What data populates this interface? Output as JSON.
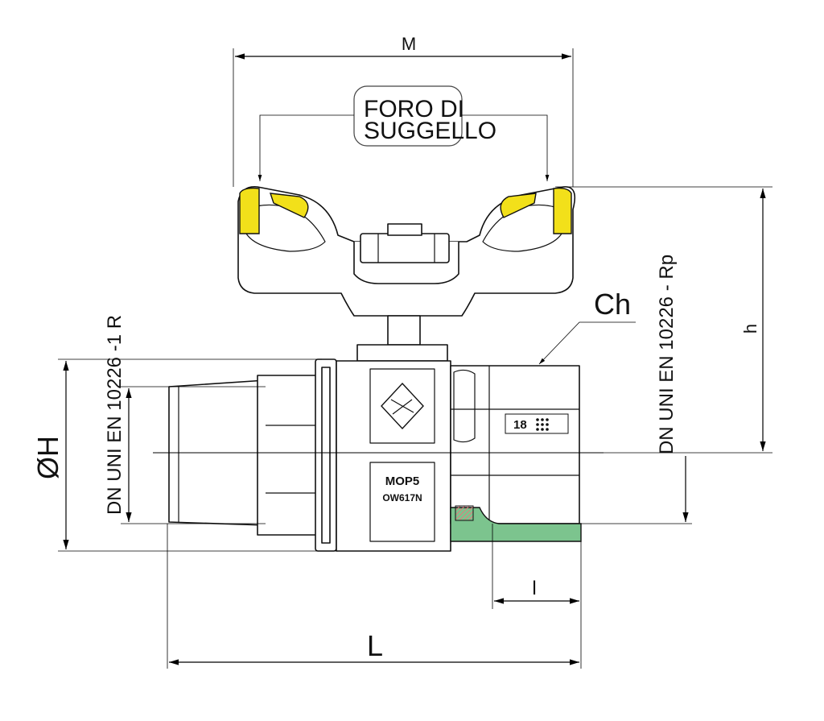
{
  "labels": {
    "m": "M",
    "foro": [
      "FORO DI",
      "SUGGELLO"
    ],
    "ch": "Ch",
    "h": "h",
    "diam_h": "ØH",
    "l_big": "L",
    "l_small": "l",
    "dn_r": "DN  UNI EN 10226 -1 R",
    "dn_rp": "DN UNI EN 10226 - Rp",
    "mop": "MOP5",
    "code": "OW617N",
    "marking": "18"
  },
  "colors": {
    "handle_tip": "#f2e01a",
    "seal": "#7cc48e",
    "seal_hatch": "#e27a7a",
    "line": "#111111"
  },
  "icons": {
    "logo": "valve-manufacturer-logo-icon",
    "dots": "triple-dot-marking-icon"
  }
}
